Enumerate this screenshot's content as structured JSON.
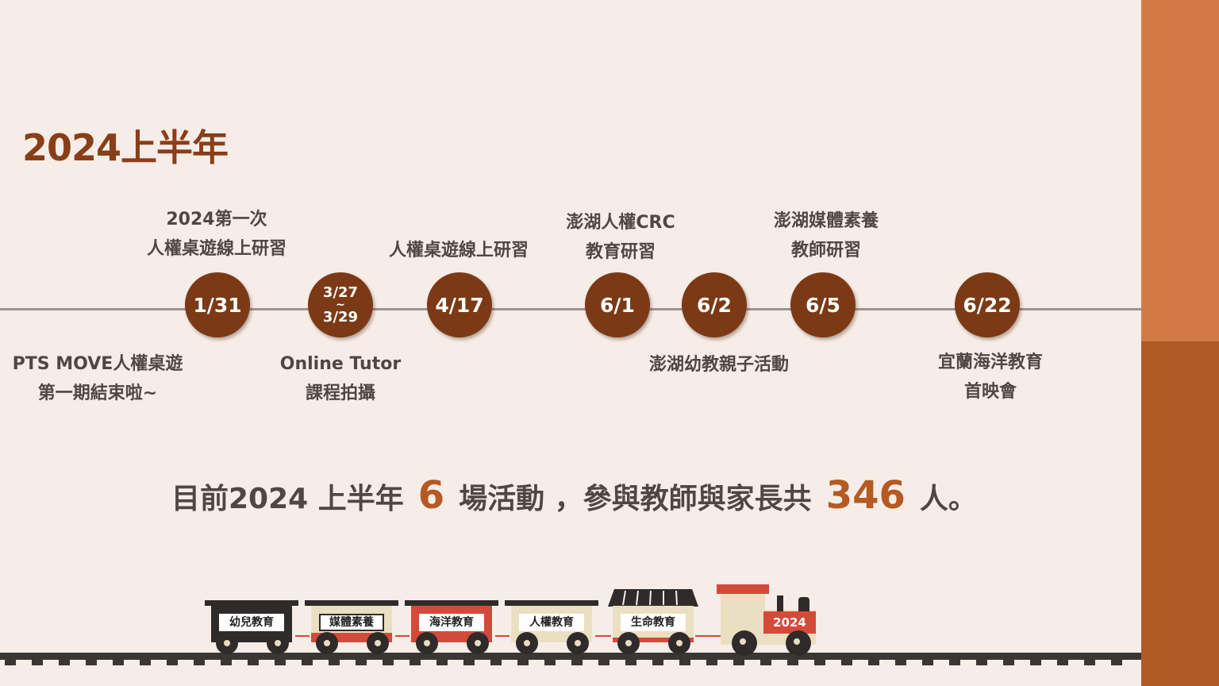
{
  "title": "2024上半年",
  "events": [
    {
      "date": "1/31",
      "above": [
        "2024第一次",
        "人權桌遊線上研習"
      ],
      "below": [
        "PTS MOVE人權桌遊",
        "第一期結束啦~"
      ]
    },
    {
      "date_lines": [
        "3/27",
        "~",
        "3/29"
      ],
      "below": [
        "Online Tutor",
        "課程拍攝"
      ]
    },
    {
      "date": "4/17",
      "above": [
        "人權桌遊線上研習"
      ]
    },
    {
      "date": "6/1",
      "above": [
        "澎湖人權CRC",
        "教育研習"
      ]
    },
    {
      "date": "6/2",
      "below": [
        "澎湖幼教親子活動"
      ]
    },
    {
      "date": "6/5",
      "above": [
        "澎湖媒體素養",
        "教師研習"
      ]
    },
    {
      "date": "6/22",
      "below": [
        "宜蘭海洋教育",
        "首映會"
      ]
    }
  ],
  "summary": {
    "part1": "目前2024 上半年",
    "count_events": "6",
    "part2": "場活動 ，參與教師與家長共",
    "count_people": "346",
    "part3": "人。"
  },
  "train": {
    "cars": [
      "幼兒教育",
      "媒體素養",
      "海洋教育",
      "人權教育",
      "生命教育"
    ],
    "engine_label": "2024"
  },
  "colors": {
    "background": "#f7ede8",
    "accent_light": "#d27a45",
    "accent_dark": "#b05a26",
    "node": "#7b3a15",
    "title": "#8a3e17",
    "highlight": "#b55a22"
  }
}
